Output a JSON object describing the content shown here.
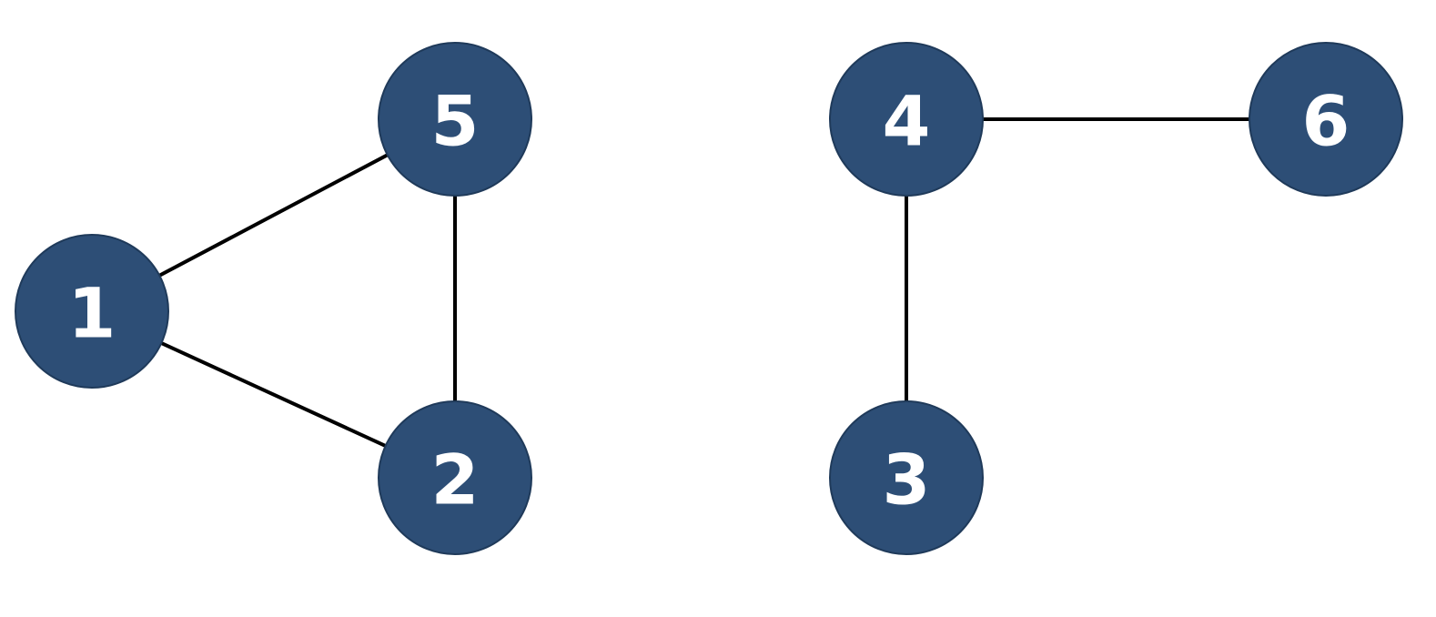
{
  "graph": {
    "node_color": "#2d4e76",
    "node_stroke_color": "#1f3a5a",
    "label_color": "#ffffff",
    "edge_color": "#000000",
    "nodes": [
      {
        "id": "1",
        "label": "1"
      },
      {
        "id": "2",
        "label": "2"
      },
      {
        "id": "3",
        "label": "3"
      },
      {
        "id": "4",
        "label": "4"
      },
      {
        "id": "5",
        "label": "5"
      },
      {
        "id": "6",
        "label": "6"
      }
    ],
    "edges": [
      {
        "from": "1",
        "to": "5"
      },
      {
        "from": "1",
        "to": "2"
      },
      {
        "from": "5",
        "to": "2"
      },
      {
        "from": "4",
        "to": "6"
      },
      {
        "from": "4",
        "to": "3"
      }
    ]
  }
}
